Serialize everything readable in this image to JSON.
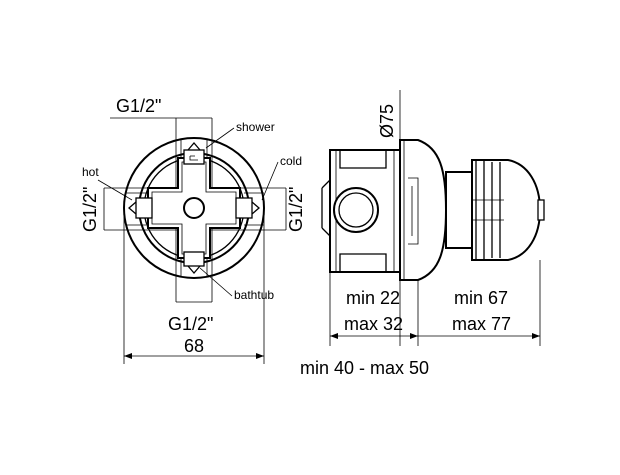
{
  "front_view": {
    "top_thread": "G1/2\"",
    "left_thread": "G1/2\"",
    "right_thread": "G1/2\"",
    "bottom_thread": "G1/2\"",
    "width": "68",
    "port_shower": "shower",
    "port_cold": "cold",
    "port_hot": "hot",
    "port_bathtub": "bathtub"
  },
  "side_view": {
    "diameter": "Ø75",
    "body_depth_min": "min 22",
    "body_depth_max": "max 32",
    "handle_depth_min": "min 67",
    "handle_depth_max": "max 77",
    "overall_depth": "min 40 - max 50"
  }
}
